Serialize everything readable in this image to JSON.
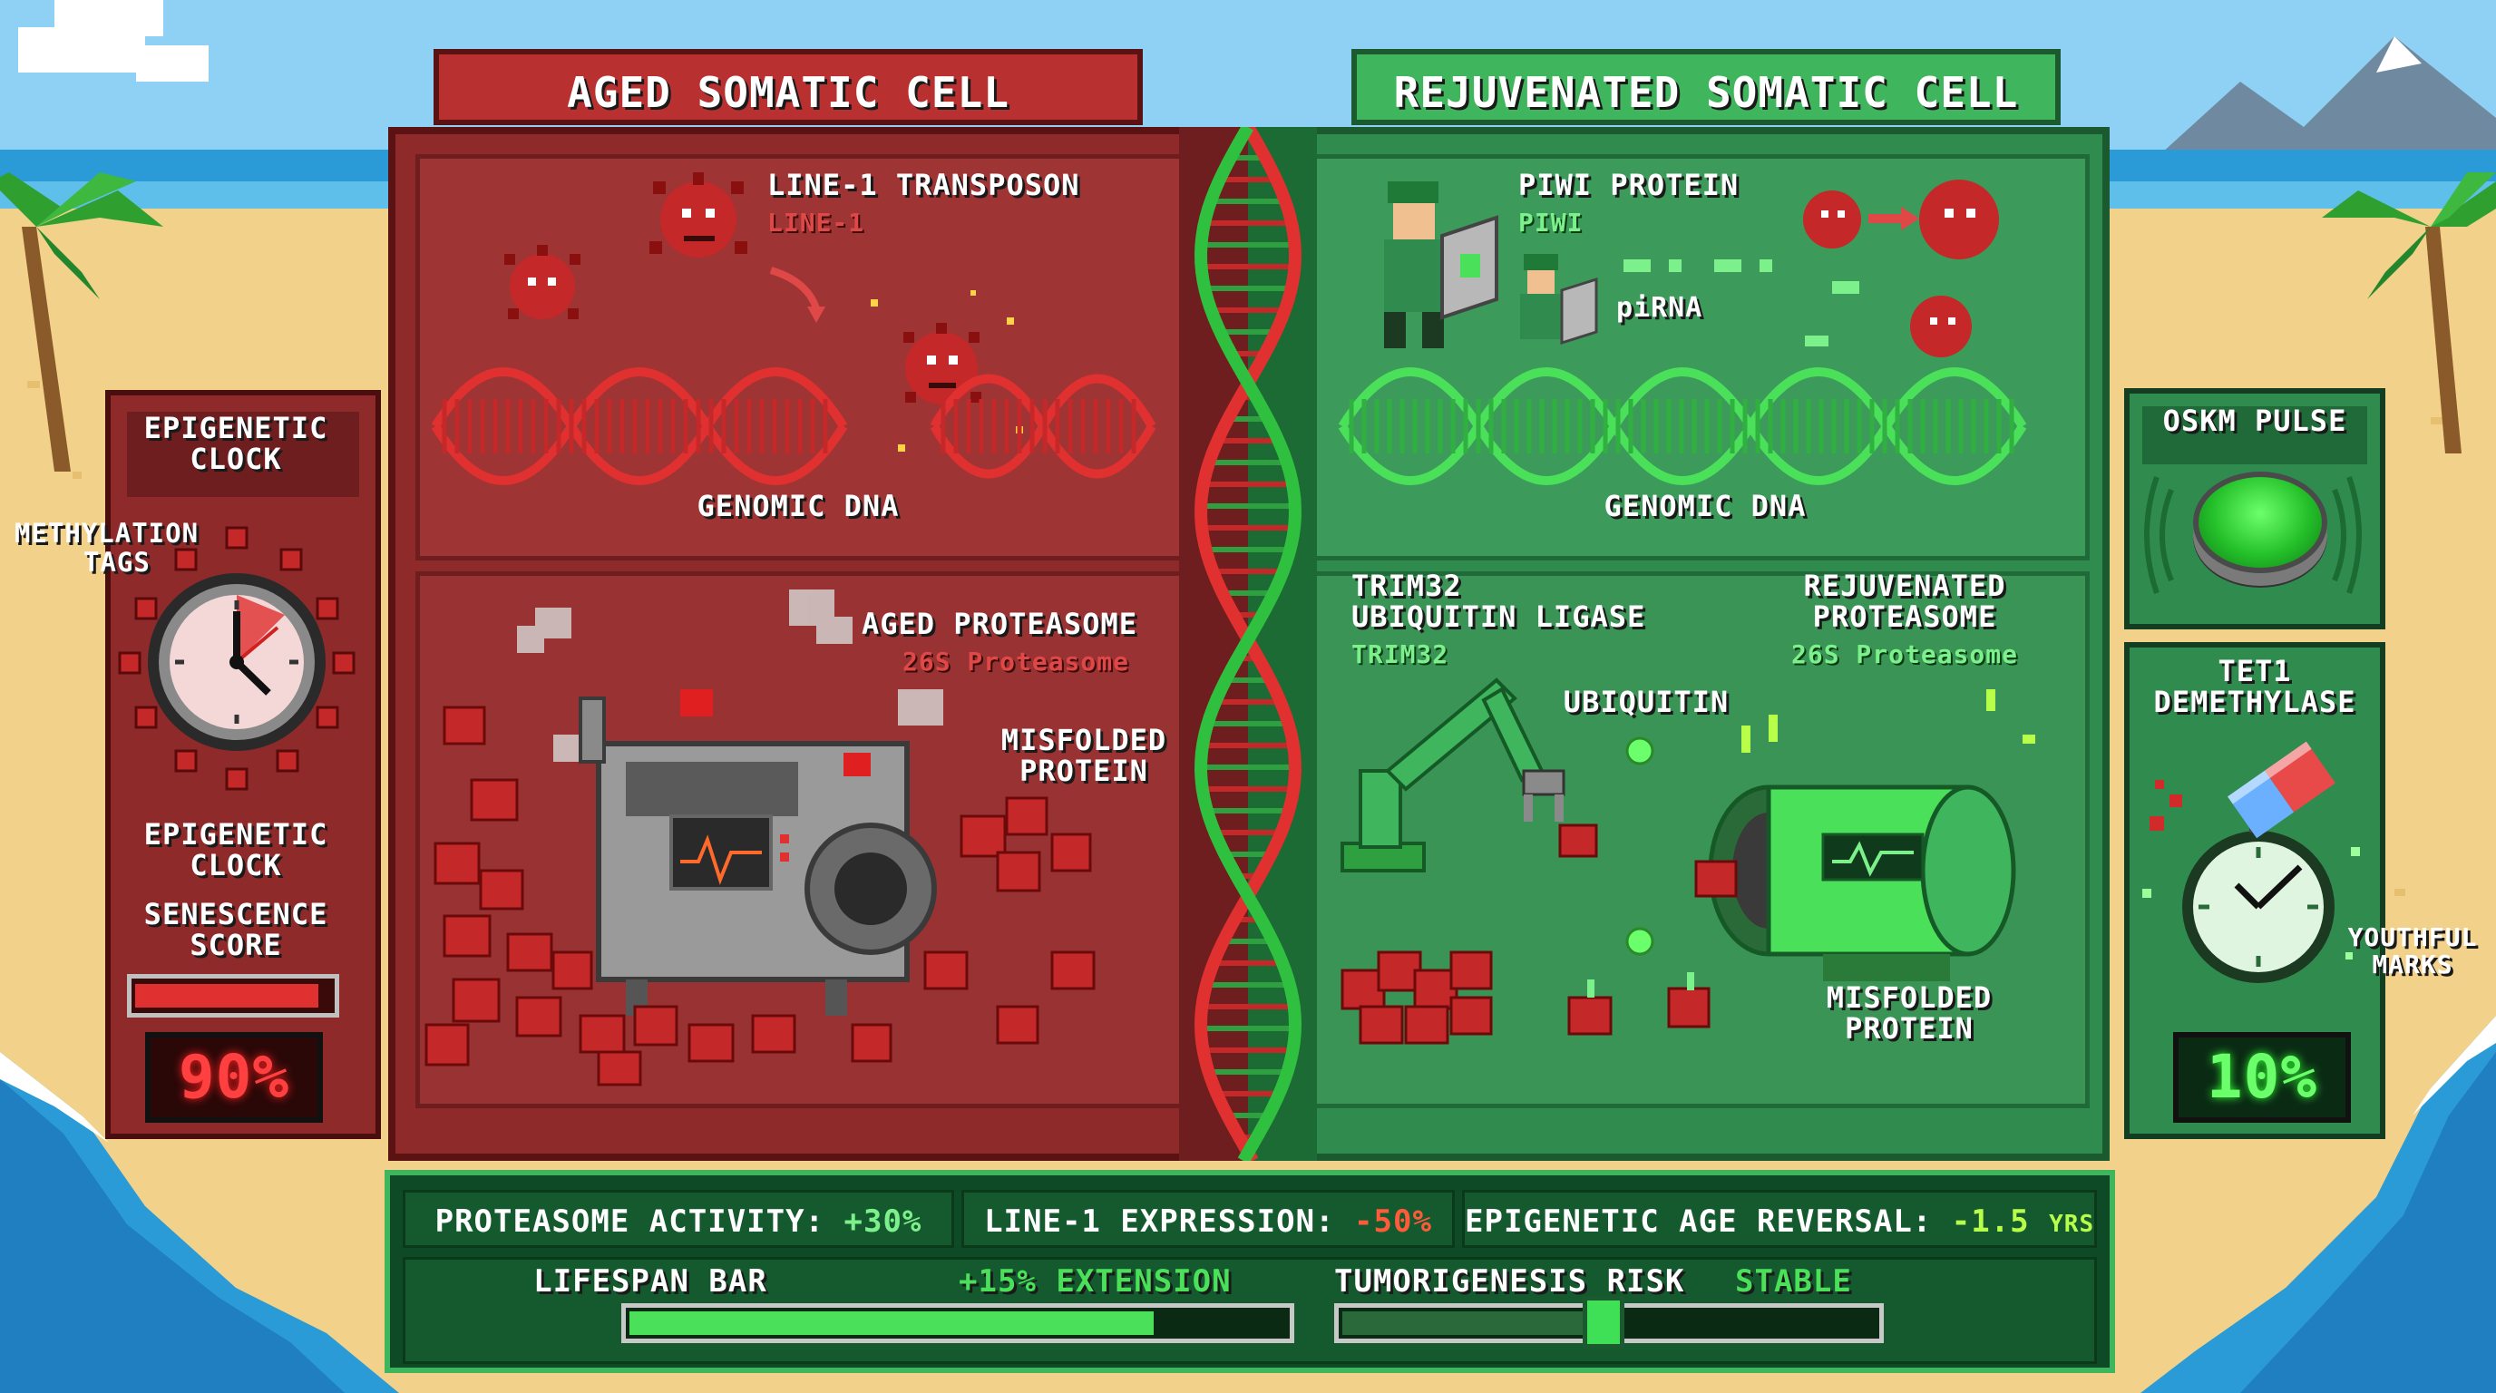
{
  "left_panel": {
    "title": "AGED SOMATIC CELL",
    "transposon_label": "LINE-1 TRANSPOSON",
    "transposon_sub": "LINE-1",
    "dna_label": "GENOMIC DNA",
    "proteasome_label": "AGED PROTEASOME",
    "proteasome_sub": "26S Proteasome",
    "misfolded_label_1": "MISFOLDED",
    "misfolded_label_2": "PROTEIN"
  },
  "right_panel": {
    "title": "REJUVENATED SOMATIC CELL",
    "piwi_label": "PIWI PROTEIN",
    "piwi_sub": "PIWI",
    "pirna_label": "piRNA",
    "dna_label": "GENOMIC DNA",
    "trim32_label_1": "TRIM32",
    "trim32_label_2": "UBIQUITIN LIGASE",
    "trim32_sub": "TRIM32",
    "ubiquitin_label": "UBIQUITIN",
    "proteasome_label_1": "REJUVENATED",
    "proteasome_label_2": "PROTEASOME",
    "proteasome_sub": "26S Proteasome",
    "misfolded_label_1": "MISFOLDED",
    "misfolded_label_2": "PROTEIN"
  },
  "left_sidebar": {
    "header_1": "EPIGENETIC",
    "header_2": "CLOCK",
    "methylation_1": "METHYLATION",
    "methylation_2": "TAGS",
    "clock_label_1": "EPIGENETIC",
    "clock_label_2": "CLOCK",
    "senescence_1": "SENESCENCE",
    "senescence_2": "SCORE",
    "senescence_level": 0.9,
    "senescence_value": "90%"
  },
  "right_sidebar": {
    "oskm_label": "OSKM PULSE",
    "tet1_1": "TET1",
    "tet1_2": "DEMETHYLASE",
    "youthful_1": "YOUTHFUL",
    "youthful_2": "MARKS",
    "score_value": "10%"
  },
  "stats": {
    "proteasome_label": "PROTEASOME ACTIVITY:",
    "proteasome_value": "+30%",
    "line1_label": "LINE-1 EXPRESSION:",
    "line1_value": "-50%",
    "epi_label": "EPIGENETIC AGE REVERSAL:",
    "epi_value": "-1.5",
    "epi_unit": "YRS",
    "lifespan_label": "LIFESPAN BAR",
    "lifespan_value": "+15% EXTENSION",
    "lifespan_level": 0.8,
    "tumor_label": "TUMORIGENESIS RISK",
    "tumor_value": "STABLE",
    "tumor_level": 0.49
  },
  "colors": {
    "aged_red": "#b83030",
    "rejuvenated_green": "#3fb55e",
    "sand": "#f2d28a",
    "sky": "#8fd0f5",
    "sea": "#2a9bd6"
  }
}
